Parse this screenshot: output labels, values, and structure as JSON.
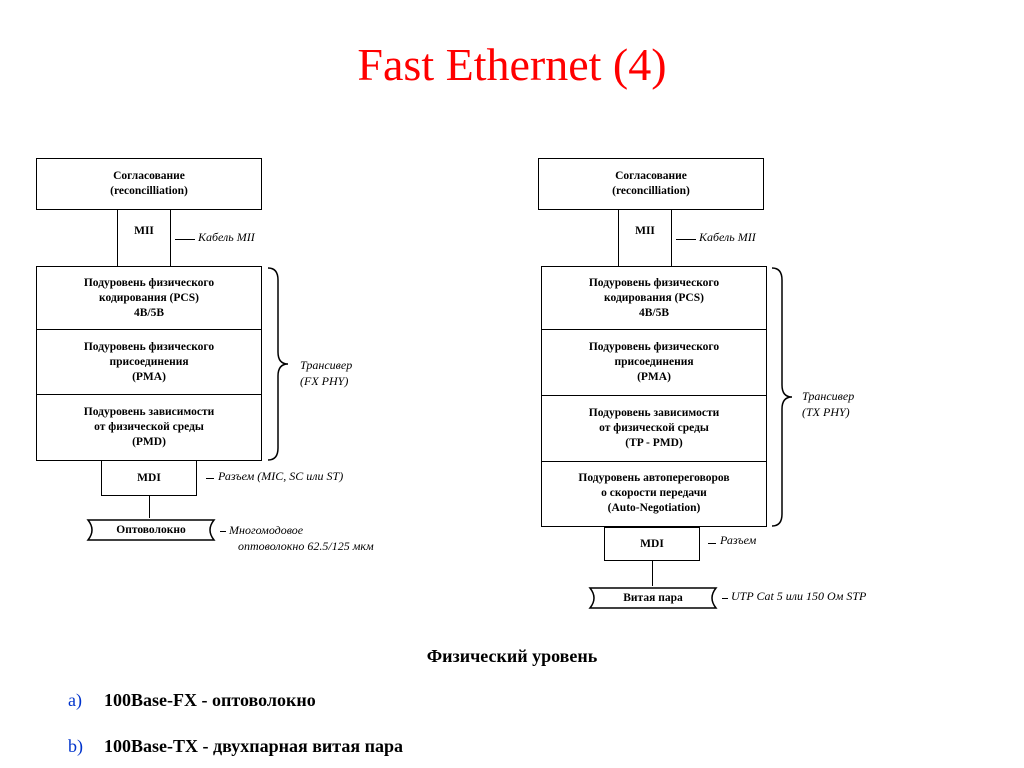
{
  "title": "Fast Ethernet (4)",
  "left_diagram": {
    "reconciliation": "Согласование\n(reconcilliation)",
    "mii": "MII",
    "mii_note": "Кабель MII",
    "layers": [
      "Подуровень физического\nкодирования (PCS)\n4B/5B",
      "Подуровень физического\nприсоединения\n(PMA)",
      "Подуровень зависимости\nот физической среды\n(PMD)"
    ],
    "transceiver_note": "Трансивер\n(FX PHY)",
    "mdi": "MDI",
    "mdi_note": "Разъем (MIC, SC или ST)",
    "medium": "Оптоволокно",
    "medium_note": "Многомодовое\n   оптоволокно 62.5/125 мкм"
  },
  "right_diagram": {
    "reconciliation": "Согласование\n(reconcilliation)",
    "mii": "MII",
    "mii_note": "Кабель MII",
    "layers": [
      "Подуровень физического\nкодирования (PCS)\n4B/5B",
      "Подуровень физического\nприсоединения\n(PMA)",
      "Подуровень зависимости\nот физической среды\n(TP - PMD)",
      "Подуровень автопереговоров\nо скорости передачи\n(Auto-Negotiation)"
    ],
    "transceiver_note": "Трансивер\n(TX PHY)",
    "mdi": "MDI",
    "mdi_note": "Разъем",
    "medium": "Витая пара",
    "medium_note": "UTP Cat 5 или 150 Ом STP"
  },
  "heading": "Физический уровень",
  "items": [
    {
      "marker": "a)",
      "text": "100Base-FX - оптоволокно"
    },
    {
      "marker": "b)",
      "text": "100Base-TX - двухпарная витая пара"
    }
  ],
  "colors": {
    "title": "#ff0000",
    "list_marker": "#0033cc"
  }
}
